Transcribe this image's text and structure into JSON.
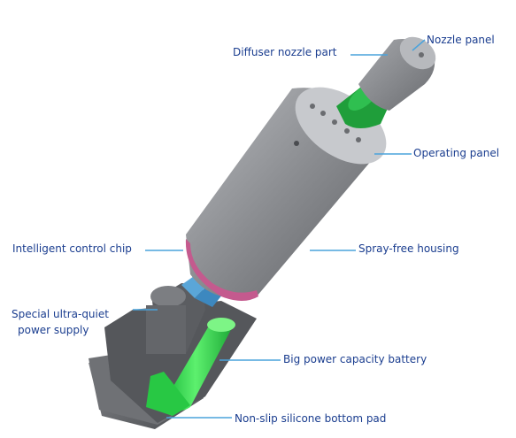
{
  "labels": {
    "nozzle_panel": "Nozzle panel",
    "diffuser_nozzle_part": "Diffuser nozzle part",
    "operating_panel": "Operating panel",
    "intelligent_control_chip": "Intelligent control chip",
    "spray_free_housing": "Spray-free housing",
    "power_supply_line1": "Special ultra-quiet",
    "power_supply_line2": "power supply",
    "battery": "Big power capacity battery",
    "bottom_pad": "Non-slip silicone bottom pad"
  },
  "colors": {
    "label_text": "#1a3d8f",
    "leader_line": "#4aa3dc",
    "housing": "#8a8c90",
    "battery": "#2fd04a",
    "chip_ring": "#c45a8e",
    "nozzle_green": "#1f9e3a",
    "chip_blue": "#5aa6d8"
  }
}
